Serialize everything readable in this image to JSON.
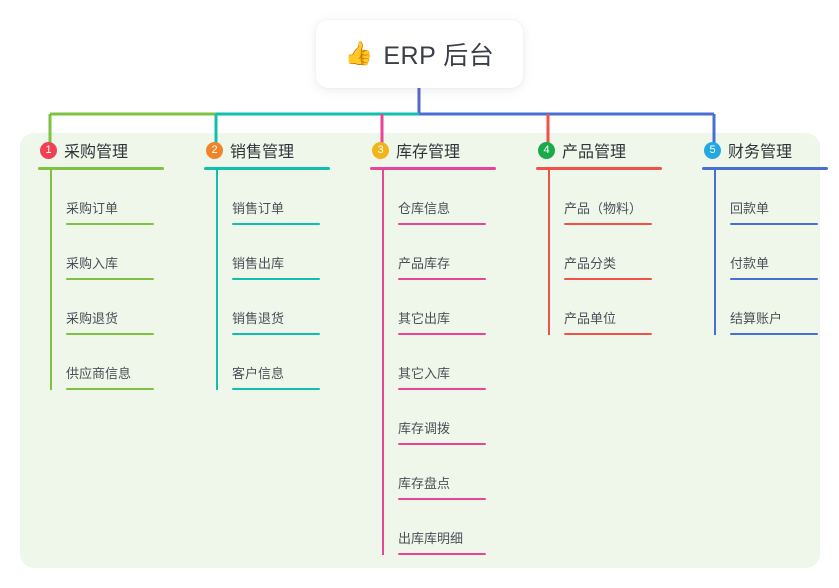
{
  "root": {
    "icon": "thumbs-up-icon",
    "emoji": "👍",
    "title": "ERP 后台"
  },
  "theme": {
    "panel_bg": "#eef7e9",
    "page_bg": "#ffffff",
    "root_stem": "#5566cc",
    "text": "#3a3f47"
  },
  "columns": [
    {
      "number": "1",
      "title": "采购管理",
      "color": "#7dc242",
      "badge_color": "#ef4056",
      "items": [
        {
          "label": "采购订单"
        },
        {
          "label": "采购入库"
        },
        {
          "label": "采购退货"
        },
        {
          "label": "供应商信息"
        }
      ]
    },
    {
      "number": "2",
      "title": "销售管理",
      "color": "#11bfae",
      "badge_color": "#f0842a",
      "items": [
        {
          "label": "销售订单"
        },
        {
          "label": "销售出库"
        },
        {
          "label": "销售退货"
        },
        {
          "label": "客户信息"
        }
      ]
    },
    {
      "number": "3",
      "title": "库存管理",
      "color": "#e8459a",
      "badge_color": "#f2b41c",
      "items": [
        {
          "label": "仓库信息"
        },
        {
          "label": "产品库存"
        },
        {
          "label": "其它出库"
        },
        {
          "label": "其它入库"
        },
        {
          "label": "库存调拨"
        },
        {
          "label": "库存盘点"
        },
        {
          "label": "出库库明细"
        }
      ]
    },
    {
      "number": "4",
      "title": "产品管理",
      "color": "#f0524a",
      "badge_color": "#1aa94b",
      "items": [
        {
          "label": "产品（物料）"
        },
        {
          "label": "产品分类"
        },
        {
          "label": "产品单位"
        }
      ]
    },
    {
      "number": "5",
      "title": "财务管理",
      "color": "#4a6fd4",
      "badge_color": "#25a8e0",
      "items": [
        {
          "label": "回款单"
        },
        {
          "label": "付款单"
        },
        {
          "label": "结算账户"
        }
      ]
    }
  ]
}
